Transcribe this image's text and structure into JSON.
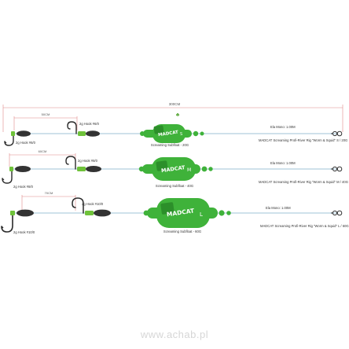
{
  "overall_length": "300CM",
  "clover_symbol": "♣",
  "brand_logo": "MADCAT",
  "watermark": "www.achab.pl",
  "rigs": [
    {
      "hook_gap": "50CM",
      "hook1": "2g Hook #6/0",
      "hook2": "2g Hook #6/0",
      "float_size": "S",
      "float_label": "Screaming Subfloat - 20G",
      "mono_label": "Ela Mono: 1.00M",
      "product": "MADCAT Screaming Profi-River Rig \"Worm & Squid\" S / 20G"
    },
    {
      "hook_gap": "60CM",
      "hook1": "2g Hook #8/0",
      "hook2": "2g Hook #8/0",
      "float_size": "M",
      "float_label": "Screaming Subfloat - 40G",
      "mono_label": "Ela Mono: 1.00M",
      "product": "MADCAT Screaming Profi-River Rig \"Worm & Squid\" M / 40G"
    },
    {
      "hook_gap": "70CM",
      "hook1": "2g Hook #10/0",
      "hook2": "2g Hook #10/0",
      "float_size": "L",
      "float_label": "Screaming Subfloat - 60G",
      "mono_label": "Ela Mono: 1.00M",
      "product": "MADCAT Screaming Profi-River Rig \"Worm & Squid\" L / 60G"
    }
  ],
  "colors": {
    "line": "#c8dde8",
    "dimension": "#e08888",
    "float_green": "#3fb23a",
    "float_dark": "#2c8f2a",
    "bead_green": "#6fc23a",
    "sinker": "#333333",
    "hook": "#2a2a2a"
  }
}
